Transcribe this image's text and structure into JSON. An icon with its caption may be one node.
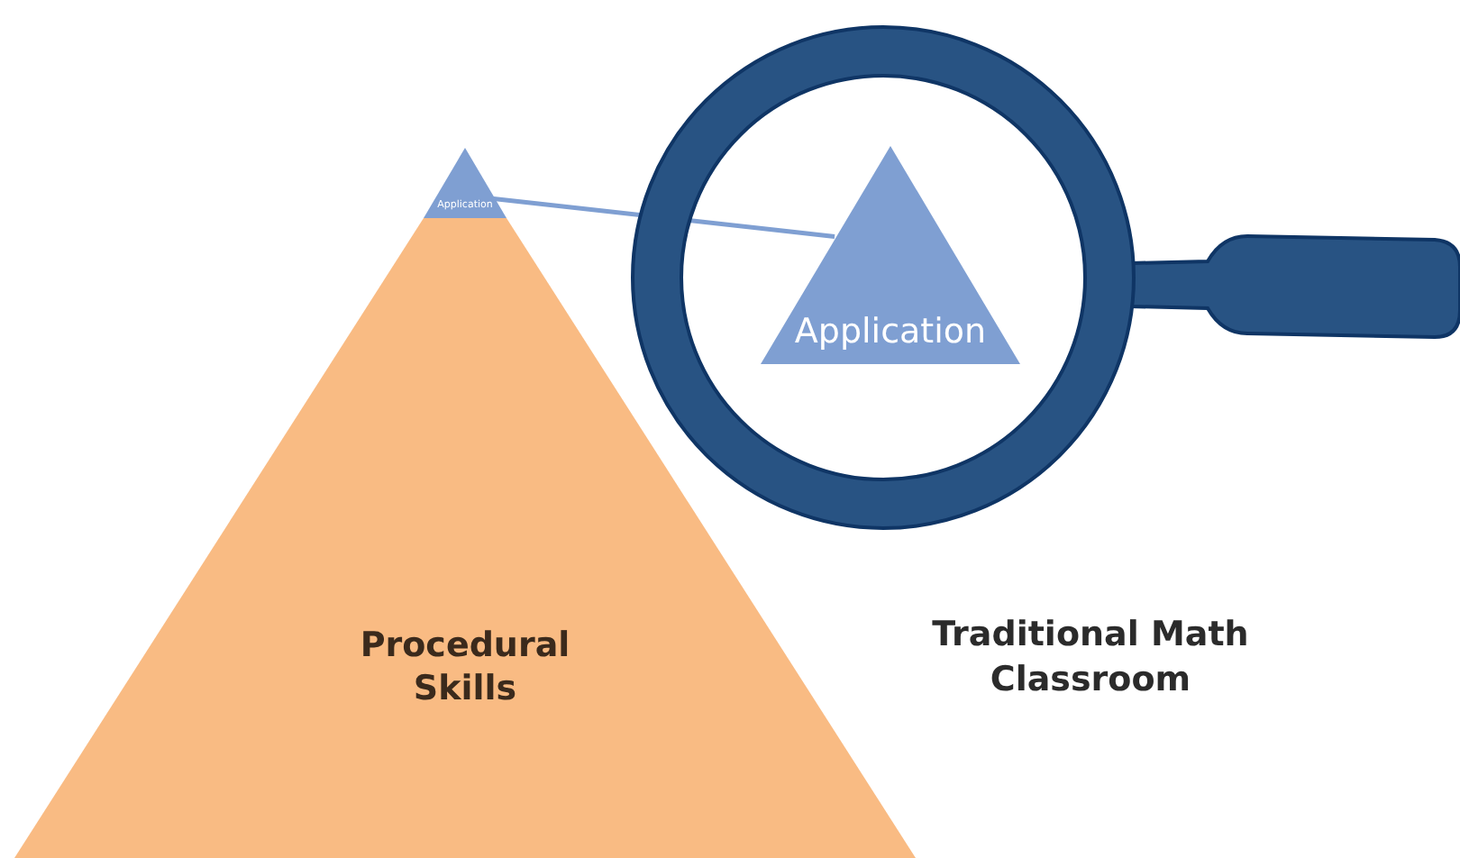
{
  "diagram": {
    "nodes": [
      {
        "text": [
          "Application"
        ]
      },
      {
        "text": [
          "Procedural Skills"
        ]
      },
      {
        "text": [
          "Application"
        ]
      }
    ],
    "edges": [
      {
        "from": 0,
        "to": 2,
        "arrow": "none"
      }
    ],
    "labels": [
      "Traditional Math Classroom"
    ]
  }
}
